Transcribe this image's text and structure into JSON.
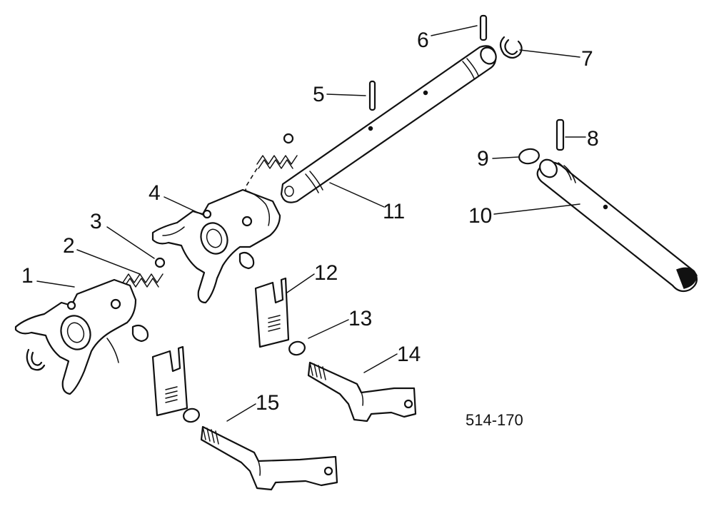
{
  "callouts": [
    {
      "n": "1"
    },
    {
      "n": "2"
    },
    {
      "n": "3"
    },
    {
      "n": "4"
    },
    {
      "n": "5"
    },
    {
      "n": "6"
    },
    {
      "n": "7"
    },
    {
      "n": "8"
    },
    {
      "n": "9"
    },
    {
      "n": "10"
    },
    {
      "n": "11"
    },
    {
      "n": "12"
    },
    {
      "n": "13"
    },
    {
      "n": "14"
    },
    {
      "n": "15"
    }
  ],
  "drawing_code": "514-170"
}
